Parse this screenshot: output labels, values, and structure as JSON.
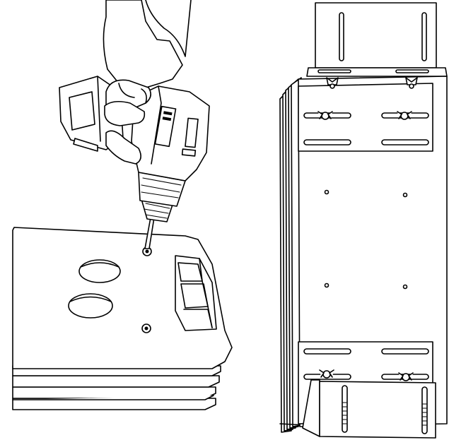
{
  "figure": {
    "panels": [
      {
        "id": "left",
        "content": "drill-fastening-plate-stack"
      },
      {
        "id": "right",
        "content": "wall-mount-assembly"
      }
    ],
    "colors": {
      "stroke": "#000000",
      "fill": "#ffffff"
    }
  }
}
